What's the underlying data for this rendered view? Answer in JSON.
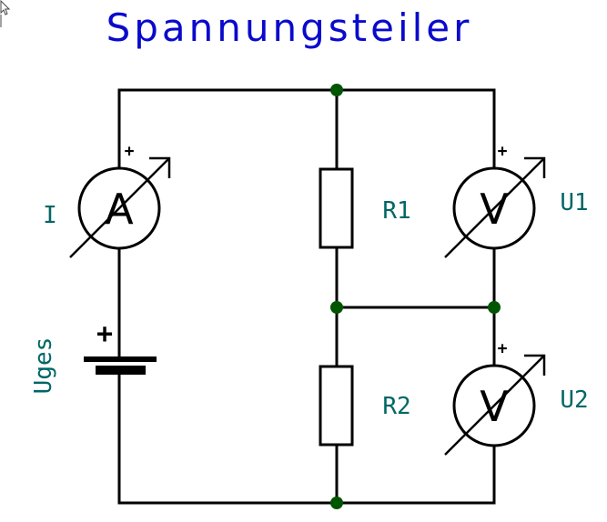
{
  "title": "Spannungsteiler",
  "colors": {
    "title": "#0a0acc",
    "label": "#006666",
    "wire": "#000000",
    "junction": "#005500"
  },
  "components": {
    "ammeter": {
      "label": "I",
      "glyph": "A",
      "polarity": "+"
    },
    "battery": {
      "label": "Uges",
      "polarity": "+"
    },
    "resistor1": {
      "label": "R1"
    },
    "resistor2": {
      "label": "R2"
    },
    "voltmeter1": {
      "label": "U1",
      "glyph": "V",
      "polarity": "+"
    },
    "voltmeter2": {
      "label": "U2",
      "glyph": "V",
      "polarity": "+"
    }
  },
  "icons": {
    "cursor": "mouse-pointer-icon"
  }
}
